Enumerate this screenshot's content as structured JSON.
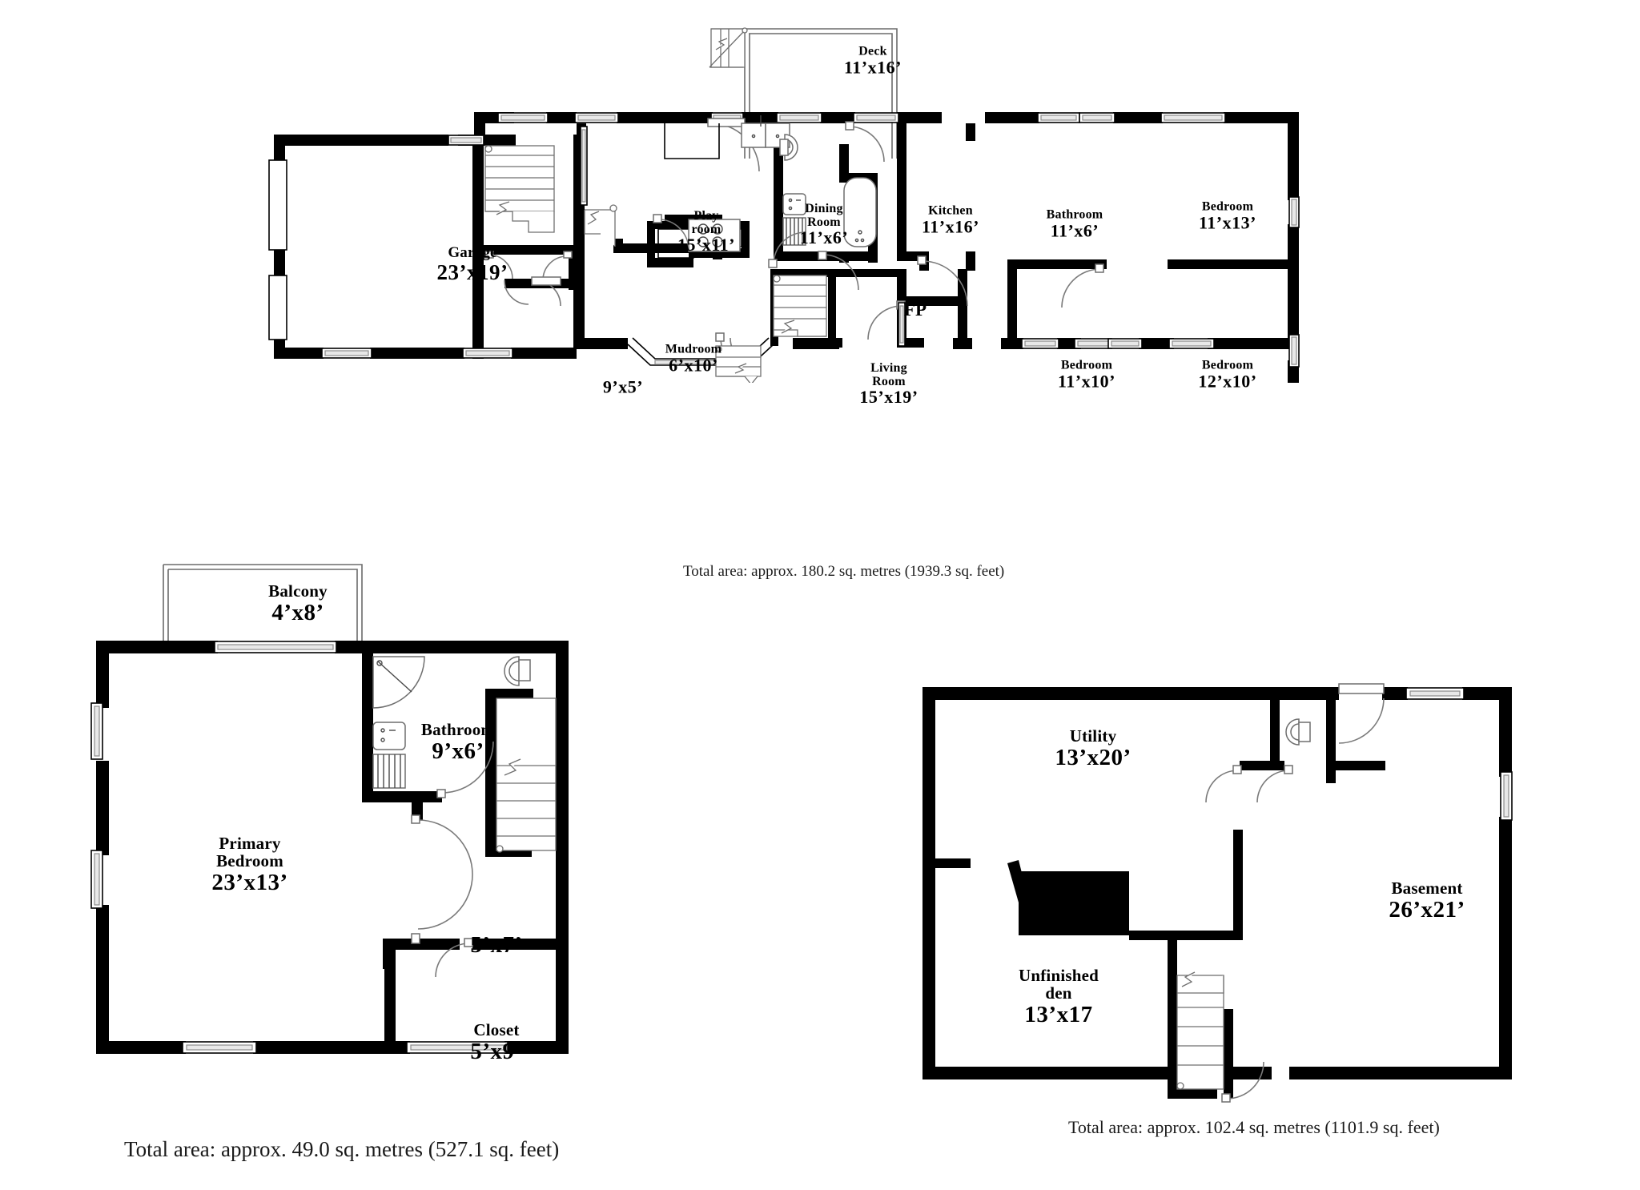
{
  "document": {
    "type": "residential-floor-plan",
    "sheet_width": 2048,
    "sheet_height": 1486,
    "background_color": "#ffffff",
    "line_color": "#000000"
  },
  "floors": [
    {
      "id": "main-floor",
      "totals": {
        "label": "Total area: approx. 180.2 sq. metres (1939.3 sq. feet)",
        "metric": "180.2",
        "imperial": "1939.3"
      },
      "rooms": [
        {
          "name": "Deck",
          "dims": "11’x16’"
        },
        {
          "name": "Garage",
          "dims": "23’x19’"
        },
        {
          "name": "Play\nroom",
          "dims": "15’x11’"
        },
        {
          "name": "Dining\nRoom",
          "dims": "11’x6’"
        },
        {
          "name": "Kitchen",
          "dims": "11’x16’"
        },
        {
          "name": "Bathroom",
          "dims": "11’x6’"
        },
        {
          "name": "Bedroom",
          "dims": "11’x13’"
        },
        {
          "name": "Bedroom",
          "dims": "11’x10’"
        },
        {
          "name": "Bedroom",
          "dims": "12’x10’"
        },
        {
          "name": "Living\nRoom",
          "dims": "15’x19’"
        },
        {
          "name": "Mudroom",
          "dims": "6’x10’"
        },
        {
          "name": "",
          "dims": "9’x5’"
        },
        {
          "name": "FP",
          "dims": ""
        }
      ],
      "labels": {
        "deck_name": "Deck",
        "deck_dims": "11’x16’",
        "garage_name": "Garage",
        "garage_dims": "23’x19’",
        "play_name1": "Play",
        "play_name2": "room",
        "play_dims": "15’x11’",
        "dining_name1": "Dining",
        "dining_name2": "Room",
        "dining_dims": "11’x6’",
        "kitchen_name": "Kitchen",
        "kitchen_dims": "11’x16’",
        "bath_name": "Bathroom",
        "bath_dims": "11’x6’",
        "bed1_name": "Bedroom",
        "bed1_dims": "11’x13’",
        "bed2_name": "Bedroom",
        "bed2_dims": "11’x10’",
        "bed3_name": "Bedroom",
        "bed3_dims": "12’x10’",
        "living_name1": "Living",
        "living_name2": "Room",
        "living_dims": "15’x19’",
        "mud_name": "Mudroom",
        "mud_dims": "6’x10’",
        "util_dims": "9’x5’",
        "fireplace": "FP"
      }
    },
    {
      "id": "upper-floor",
      "totals": {
        "label": "Total area: approx. 49.0 sq. metres (527.1 sq. feet)",
        "metric": "49.0",
        "imperial": "527.1"
      },
      "labels": {
        "balcony_name": "Balcony",
        "balcony_dims": "4’x8’",
        "primary_name1": "Primary",
        "primary_name2": "Bedroom",
        "primary_dims": "23’x13’",
        "bath_name": "Bathroom",
        "bath_dims": "9’x6’",
        "landing_dims": "5’x7’",
        "closet_name": "Closet",
        "closet_dims": "5’x9’"
      }
    },
    {
      "id": "basement-floor",
      "totals": {
        "label": "Total area: approx. 102.4 sq. metres (1101.9 sq. feet)",
        "metric": "102.4",
        "imperial": "1101.9"
      },
      "labels": {
        "utility_name": "Utility",
        "utility_dims": "13’x20’",
        "basement_name": "Basement",
        "basement_dims": "26’x21’",
        "den_name1": "Unfinished",
        "den_name2": "den",
        "den_dims": "13’x17"
      }
    }
  ]
}
